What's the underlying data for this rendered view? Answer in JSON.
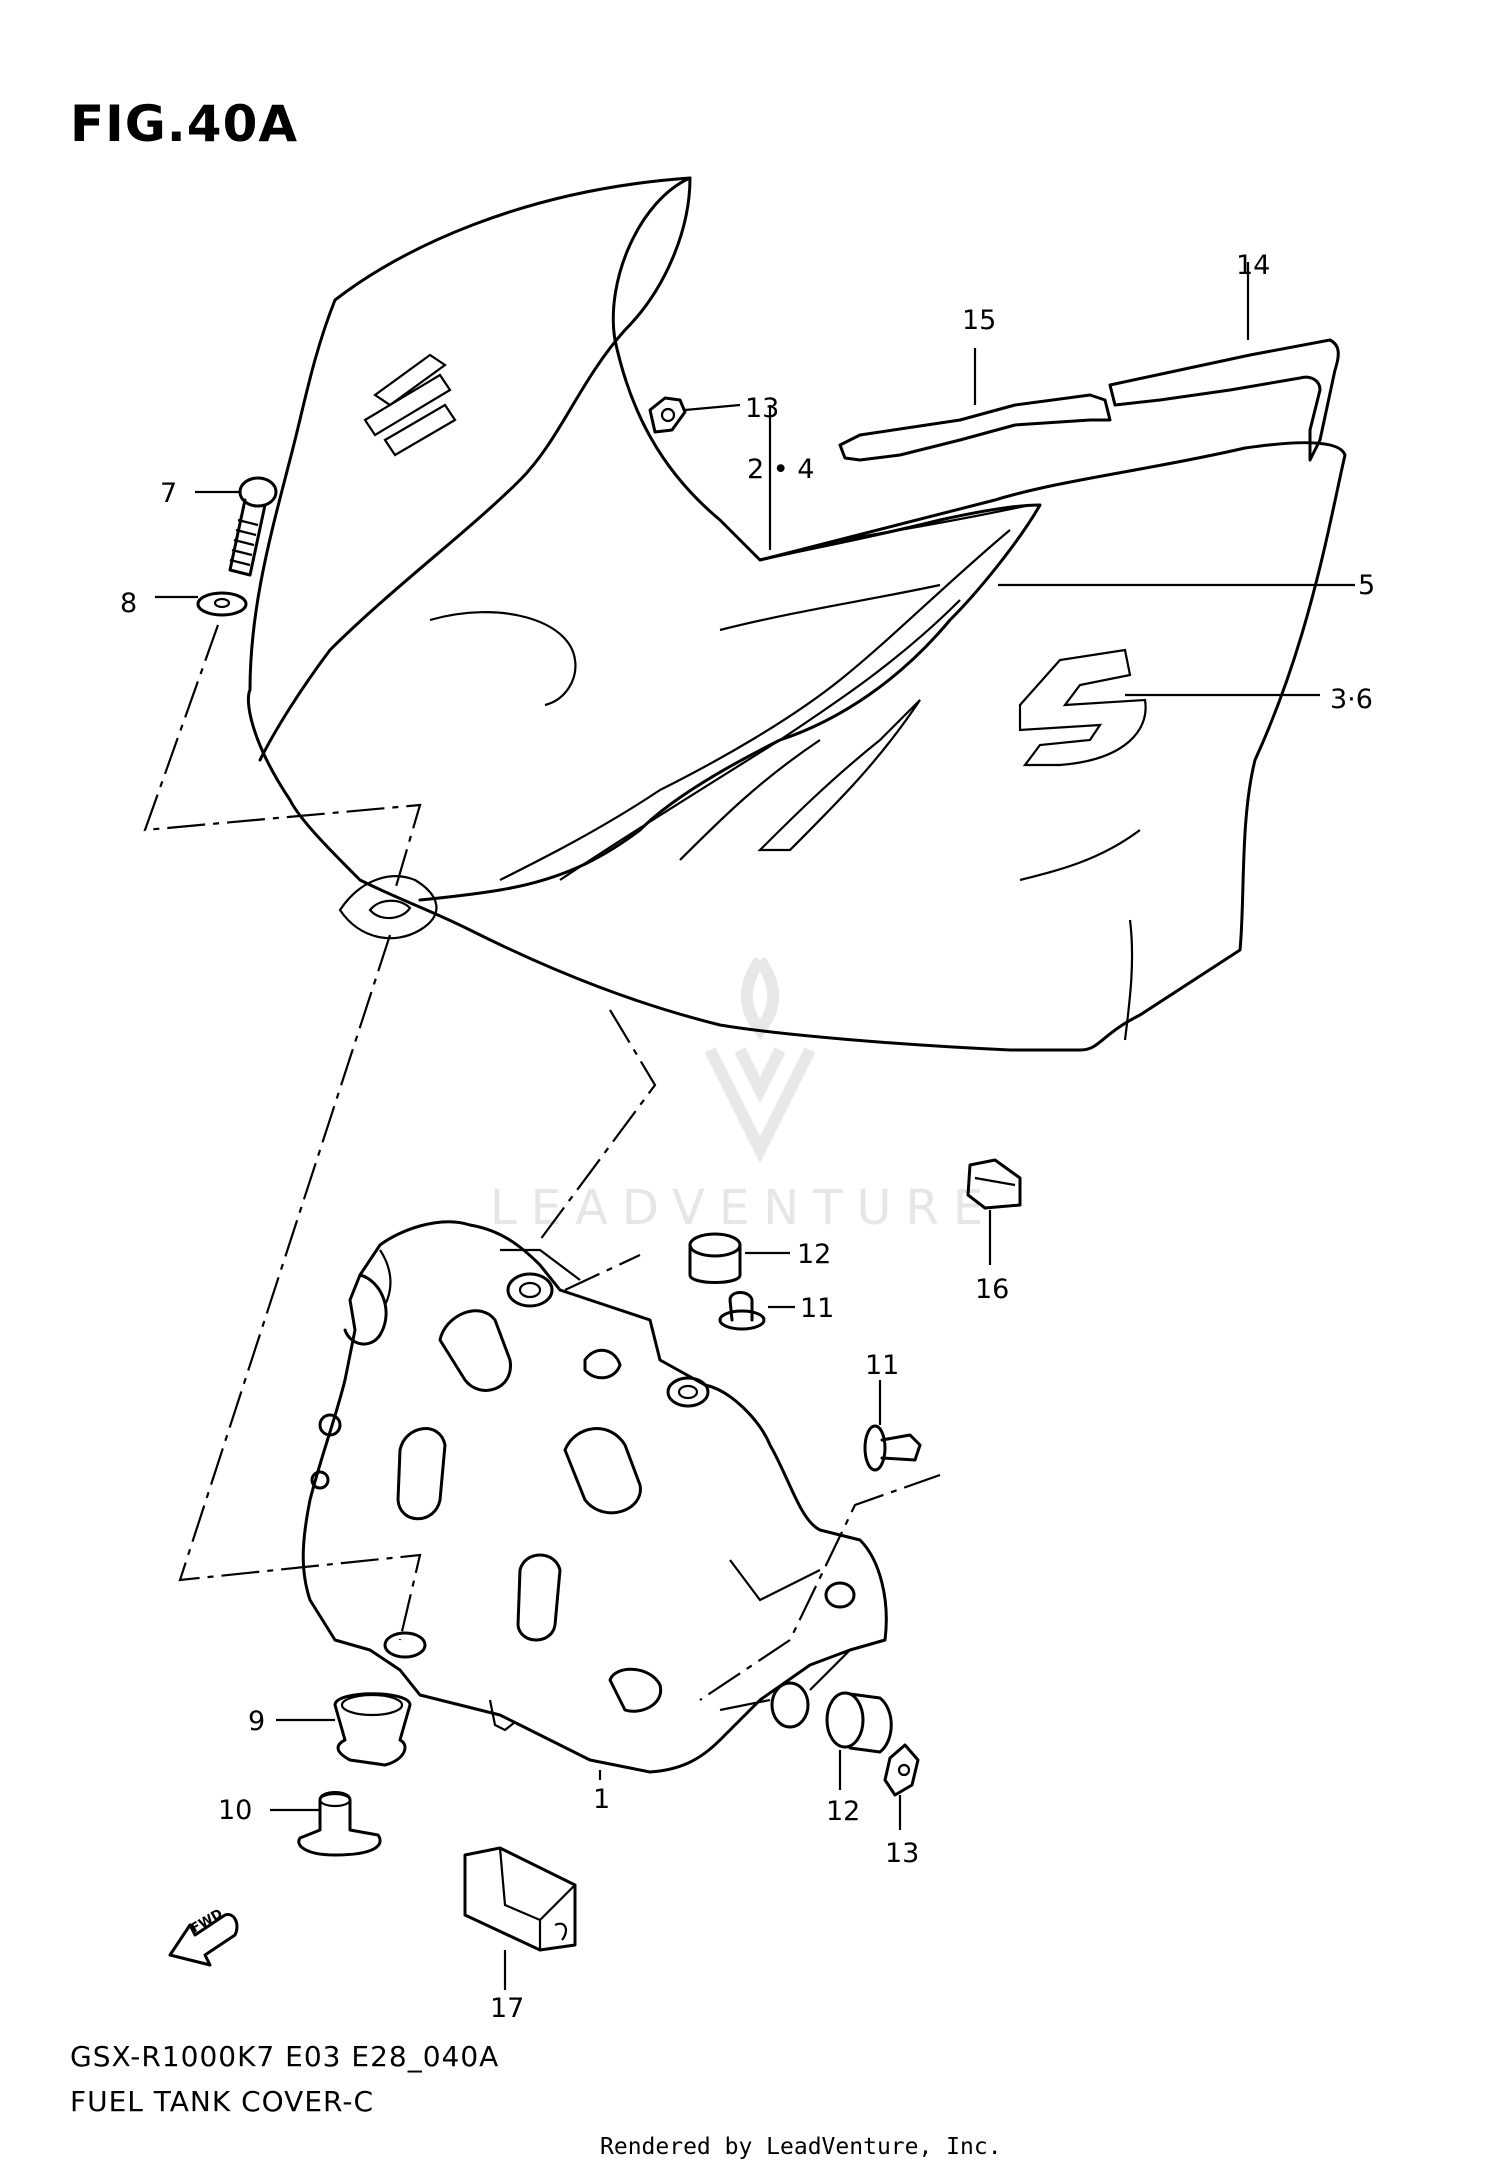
{
  "figure": {
    "title": "FIG.40A",
    "model_code": "GSX-R1000K7 E03 E28_040A",
    "part_name": "FUEL TANK COVER-C",
    "rendered_by": "Rendered by LeadVenture, Inc.",
    "watermark": "LEADVENTURE",
    "fwd_label": "FWD"
  },
  "callouts": {
    "c14": "14",
    "c15": "15",
    "c13_top": "13",
    "c7": "7",
    "c2_4": "2 • 4",
    "c8": "8",
    "c5": "5",
    "c3_6": "3·6",
    "c12_top": "12",
    "c11_top": "11",
    "c16": "16",
    "c11_right": "11",
    "c9": "9",
    "c1": "1",
    "c10": "10",
    "c12_bottom": "12",
    "c13_bottom": "13",
    "c17": "17"
  }
}
